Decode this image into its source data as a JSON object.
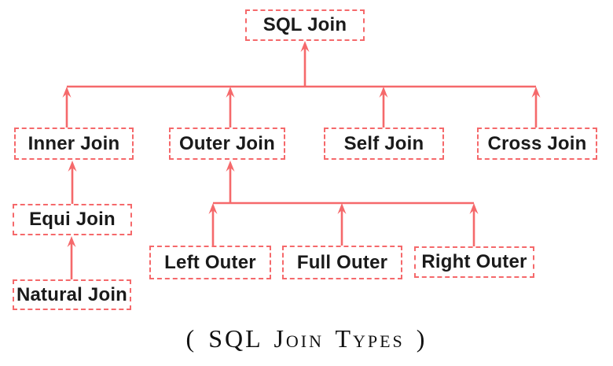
{
  "diagram": {
    "caption": "( SQL Join Types )",
    "accent_color": "#f5696b",
    "text_color": "#1a1a1a",
    "background_color": "#ffffff",
    "nodes": {
      "sql_join": {
        "label": "SQL Join"
      },
      "inner_join": {
        "label": "Inner Join"
      },
      "outer_join": {
        "label": "Outer Join"
      },
      "self_join": {
        "label": "Self Join"
      },
      "cross_join": {
        "label": "Cross Join"
      },
      "equi_join": {
        "label": "Equi Join"
      },
      "natural_join": {
        "label": "Natural Join"
      },
      "left_outer": {
        "label": "Left Outer"
      },
      "full_outer": {
        "label": "Full Outer"
      },
      "right_outer": {
        "label": "Right Outer"
      }
    },
    "hierarchy": {
      "SQL Join": [
        "Inner Join",
        "Outer Join",
        "Self Join",
        "Cross Join"
      ],
      "Inner Join": [
        "Equi Join"
      ],
      "Equi Join": [
        "Natural Join"
      ],
      "Outer Join": [
        "Left Outer",
        "Full Outer",
        "Right Outer"
      ]
    },
    "arrow_direction": "child-to-parent (arrows point upward)"
  }
}
